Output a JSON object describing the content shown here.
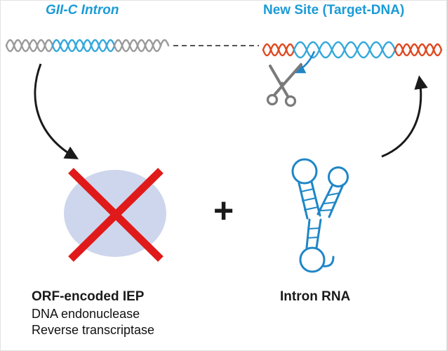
{
  "titles": {
    "intron": "GII-C Intron",
    "target": "New Site (Target-DNA)"
  },
  "labels": {
    "plus": "+",
    "iep_title": "ORF-encoded IEP",
    "iep_line1": "DNA endonuclease",
    "iep_line2": "Reverse transcriptase",
    "rna_title": "Intron RNA"
  },
  "icons": {
    "scissors": "scissors-icon",
    "red_cross": "red-cross-icon",
    "dna_helix": "dna-helix",
    "rna_structure": "intron-rna-structure"
  },
  "colors": {
    "blue_text": "#1b9bd7",
    "helix_gray": "#9a9a9a",
    "helix_blue": "#35a8dc",
    "helix_red": "#e0481f",
    "blob": "#cdd6ec",
    "cross_red": "#e01a1a",
    "rna_blue": "#1f86c7",
    "arrow_black": "#1a1a1a",
    "scissors_gray": "#7a7a7a",
    "dash_gray": "#555555"
  }
}
